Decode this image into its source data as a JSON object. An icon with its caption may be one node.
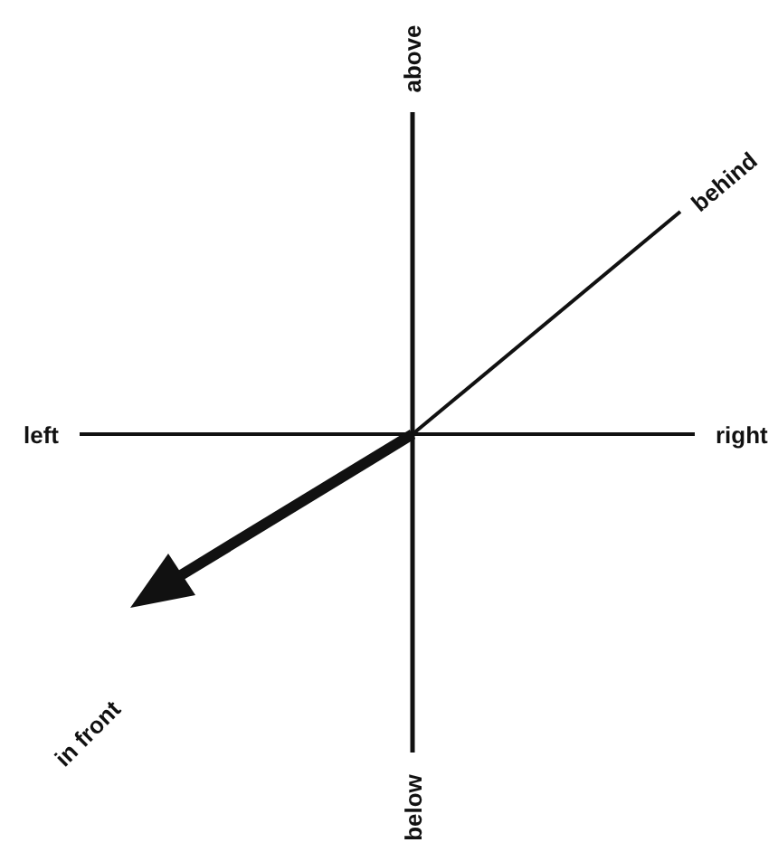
{
  "diagram": {
    "labels": [
      "above",
      "behind",
      "left",
      "right",
      "in front",
      "below"
    ]
  }
}
